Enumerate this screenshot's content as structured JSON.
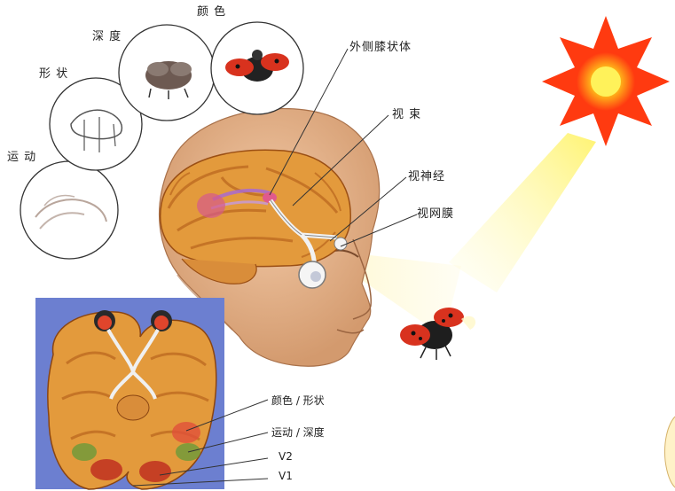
{
  "top_labels": {
    "color": "颜 色",
    "depth": "深 度",
    "shape": "形 状",
    "motion": "运 动"
  },
  "anatomy_labels": {
    "lgn": "外侧膝状体",
    "optic_tract": "视 束",
    "optic_nerve": "视神经",
    "retina": "视网膜"
  },
  "inset_labels": {
    "color_shape": "颜色 / 形状",
    "motion_depth": "运动 / 深度",
    "v2": "V2",
    "v1": "V1"
  },
  "colors": {
    "skin": "#e9b58e",
    "brain": "#e39a3c",
    "brain_fold": "#b8641c",
    "inset_bg": "#6c7fd0",
    "sun": "#ff3a10",
    "sun_core": "#ffd21a",
    "ray": "#fff58a",
    "ladybug": "#d8321e"
  }
}
